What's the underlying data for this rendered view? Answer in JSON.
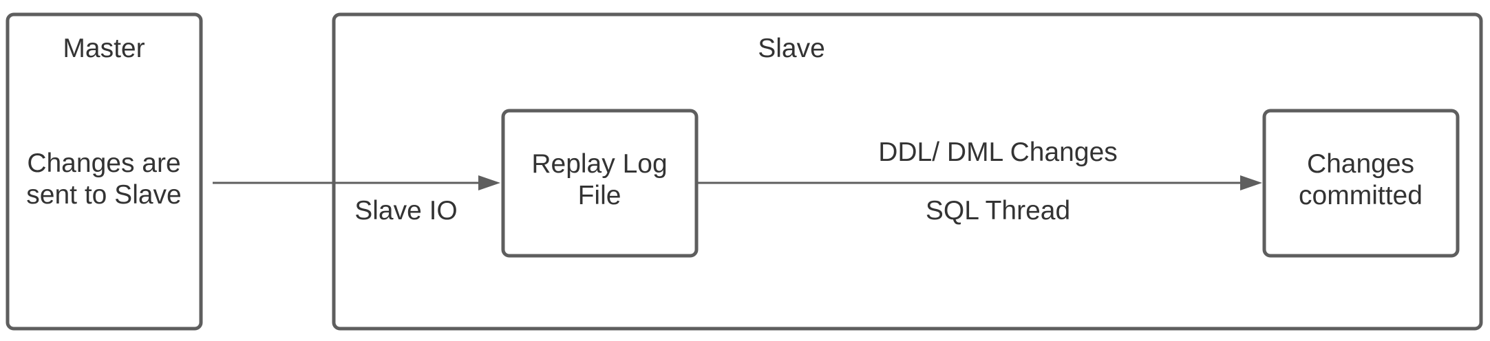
{
  "master": {
    "title": "Master",
    "text_lines": [
      "Changes are",
      "sent to Slave"
    ]
  },
  "slave": {
    "title": "Slave"
  },
  "replay_log": {
    "text_lines": [
      "Replay Log",
      "File"
    ]
  },
  "changes_committed": {
    "text_lines": [
      "Changes",
      "committed"
    ]
  },
  "edges": {
    "slave_io": "Slave IO",
    "ddl_dml": "DDL/ DML Changes",
    "sql_thread": "SQL Thread"
  },
  "colors": {
    "stroke": "#5e5e5e",
    "text": "#333333"
  }
}
